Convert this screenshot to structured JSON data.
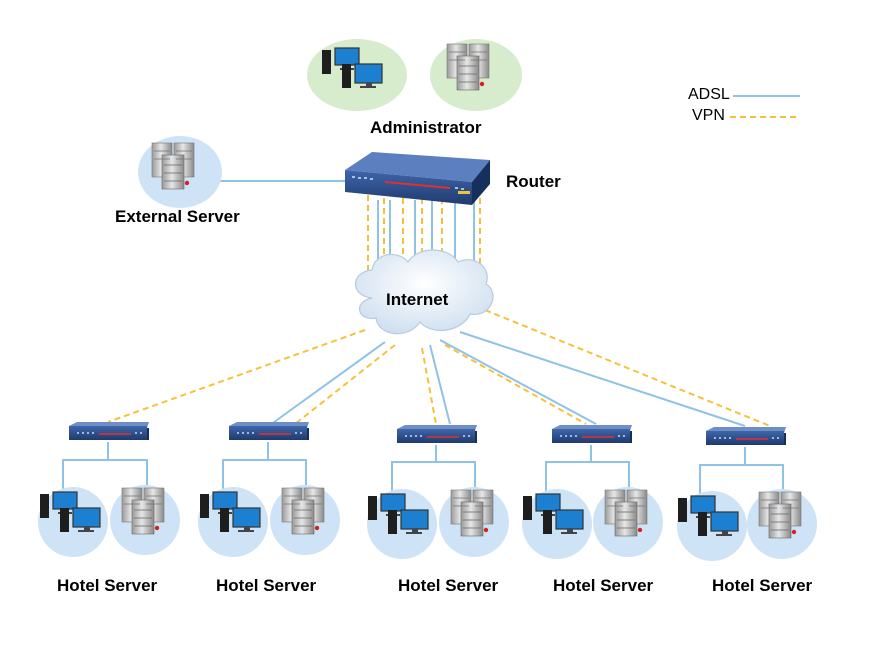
{
  "labels": {
    "administrator": "Administrator",
    "router": "Router",
    "external_server": "External Server",
    "internet": "Internet",
    "hotel_server": "Hotel Server"
  },
  "legend": {
    "adsl": "ADSL",
    "vpn": "VPN"
  },
  "colors": {
    "adsl_line": "#8ec3e6",
    "vpn_line": "#f4c23a",
    "node_bg": "#cfe3f6",
    "admin_bg": "#d6eccc",
    "router_body": "#2c4f8e",
    "cloud": "#dde9f5"
  },
  "hotel_sites": [
    {
      "label": "Hotel Server"
    },
    {
      "label": "Hotel Server"
    },
    {
      "label": "Hotel Server"
    },
    {
      "label": "Hotel Server"
    },
    {
      "label": "Hotel Server"
    }
  ]
}
